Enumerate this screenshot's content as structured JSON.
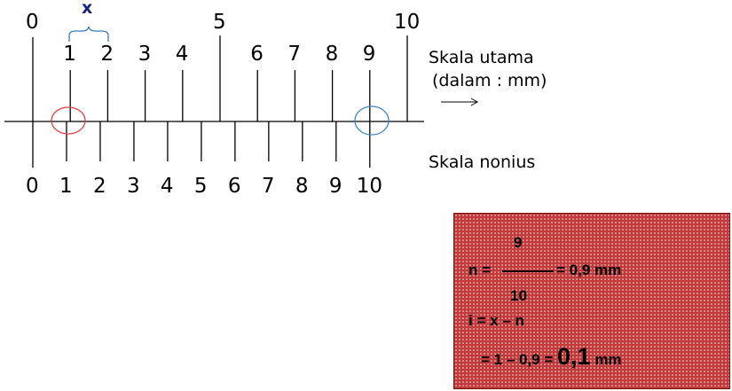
{
  "main_scale": {
    "ticks": [
      "0",
      "1",
      "2",
      "3",
      "4",
      "5",
      "6",
      "7",
      "8",
      "9",
      "10"
    ],
    "label": "Skala utama",
    "unit": "(dalam : mm)"
  },
  "nonius_scale": {
    "ticks": [
      "0",
      "1",
      "2",
      "3",
      "4",
      "5",
      "6",
      "7",
      "8",
      "9",
      "10"
    ],
    "label": "Skala nonius"
  },
  "x_marker": "x",
  "arrow_glyph": "→",
  "colors": {
    "circle_left": "#e04040",
    "circle_right": "#3a86c8",
    "brace": "#3a7abf",
    "x_marker": "#1a237e",
    "box_fill": "#c0393b"
  },
  "formula": {
    "n_lhs": "n =",
    "numerator": "9",
    "denominator": "10",
    "n_result": "= 0,9 mm",
    "i_def": "i = x – n",
    "i_calc_prefix": "= 1 – 0,9 =",
    "i_value": "0,1",
    "i_unit": "mm"
  }
}
